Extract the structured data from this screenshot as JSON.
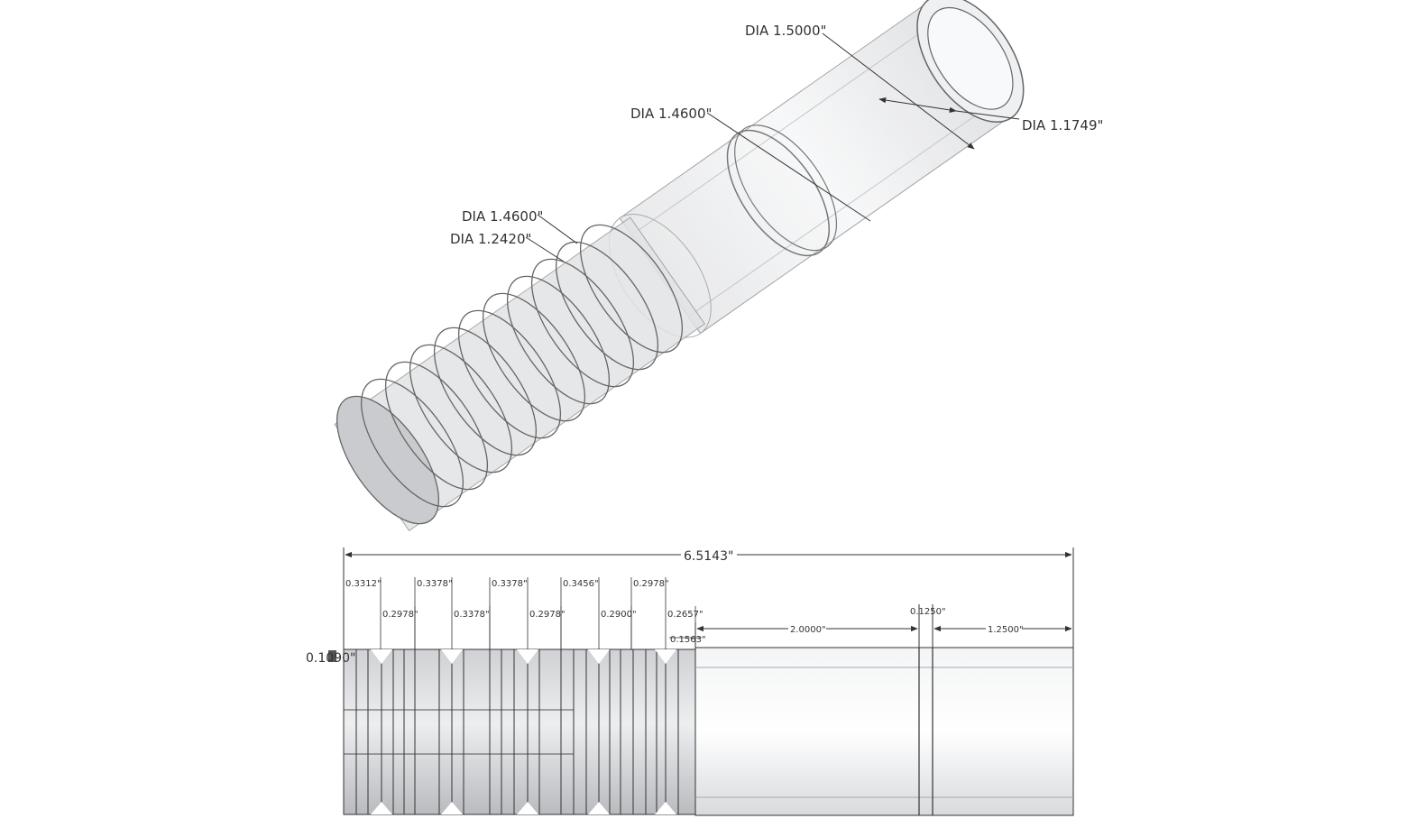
{
  "iso_view": {
    "callouts": [
      {
        "id": "dia-outer",
        "text": "DIA 1.5000\""
      },
      {
        "id": "dia-bore",
        "text": "DIA 1.1749\""
      },
      {
        "id": "dia-collar",
        "text": "DIA 1.4600\""
      },
      {
        "id": "dia-thread-major",
        "text": "DIA 1.4600\""
      },
      {
        "id": "dia-thread-minor",
        "text": "DIA 1.2420\""
      }
    ]
  },
  "side_view": {
    "overall_length": "6.5143\"",
    "thread_dims_top": [
      "0.3312\"",
      "0.3378\"",
      "0.3378\"",
      "0.3456\"",
      "0.2978\""
    ],
    "thread_dims_bottom": [
      "0.2978\"",
      "0.3378\"",
      "0.2978\"",
      "0.2900\"",
      "0.2657\""
    ],
    "chamfer_dim": "0.1563\"",
    "left_chamfer_dim": "0.1090\"",
    "body_length": "2.0000\"",
    "groove_width": "0.1250\"",
    "end_length": "1.2500\""
  },
  "colors": {
    "line": "#333333",
    "part": "#d9dadd",
    "part_dark": "#aeb0b4"
  }
}
